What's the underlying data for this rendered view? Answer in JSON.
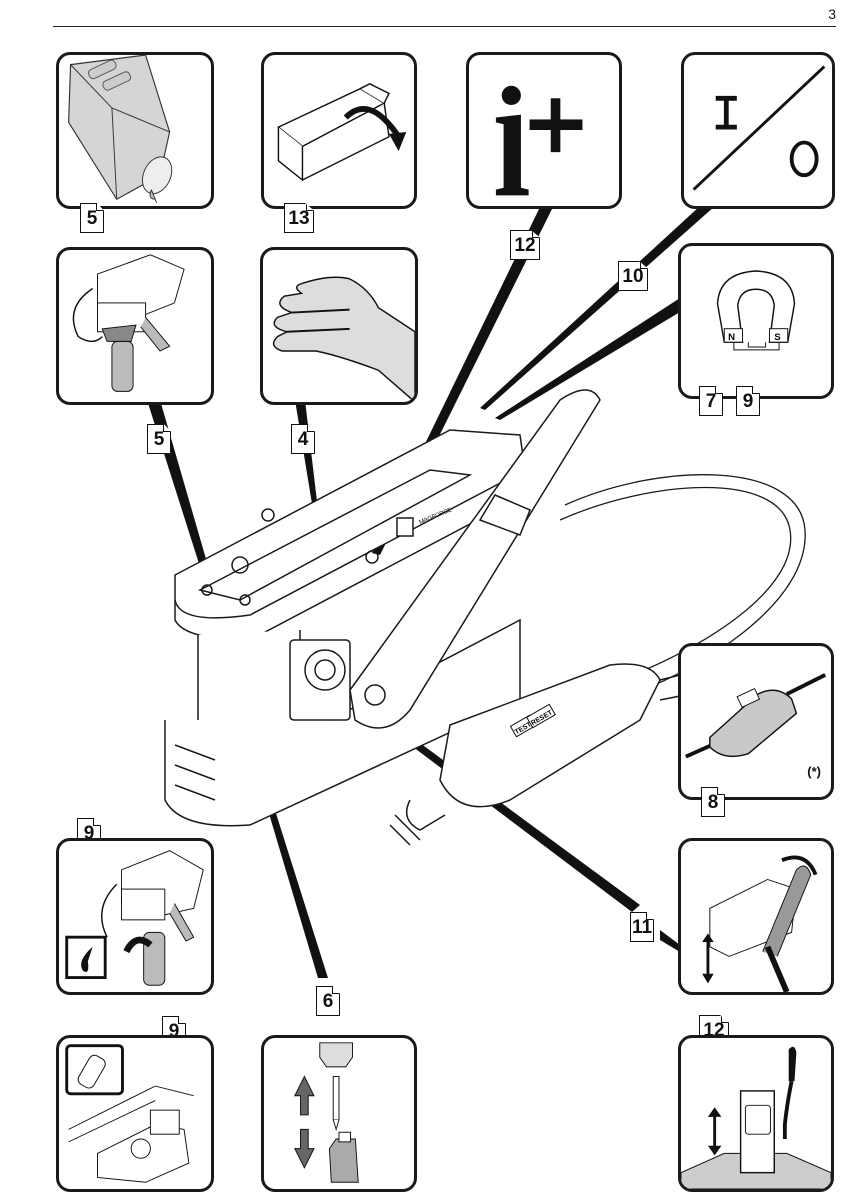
{
  "page": {
    "number": "3"
  },
  "panels": [
    {
      "id": "oil-canister",
      "refs": [
        "5"
      ],
      "icon": "oil-canister-icon"
    },
    {
      "id": "packaging-box",
      "refs": [
        "13"
      ],
      "icon": "open-box-icon"
    },
    {
      "id": "info-plus",
      "refs": [
        "12"
      ],
      "icon": "info-plus-icon",
      "symbol": "i+"
    },
    {
      "id": "on-off-switch",
      "refs": [
        "10"
      ],
      "icon": "power-switch-icon",
      "on_symbol": "I",
      "off_symbol": "O"
    },
    {
      "id": "coolant-bottle-attach",
      "refs": [
        "5"
      ],
      "icon": "coolant-bottle-icon"
    },
    {
      "id": "hand-gloves",
      "refs": [
        "4"
      ],
      "icon": "hand-icon"
    },
    {
      "id": "magnet",
      "refs": [
        "7",
        "9"
      ],
      "icon": "horseshoe-magnet-icon",
      "poles": [
        "N",
        "S"
      ]
    },
    {
      "id": "prcd-cable",
      "refs": [
        "8"
      ],
      "icon": "prcd-plug-icon",
      "note": "(*)"
    },
    {
      "id": "coolant-spray",
      "refs": [
        "9"
      ],
      "icon": "spray-bottle-icon"
    },
    {
      "id": "feed-handle",
      "refs": [
        "11"
      ],
      "icon": "feed-handle-icon"
    },
    {
      "id": "lubricant-maintenance",
      "refs": [
        "9"
      ],
      "icon": "lubricant-can-icon"
    },
    {
      "id": "cutter-change",
      "refs": [
        "6"
      ],
      "icon": "annular-cutter-icon"
    },
    {
      "id": "drill-stand-height",
      "refs": [
        "12"
      ],
      "icon": "height-adjust-icon"
    }
  ],
  "main_illustration": {
    "brand_label": "MAGFORCE",
    "prcd_buttons": [
      "TEST",
      "RESET"
    ]
  }
}
